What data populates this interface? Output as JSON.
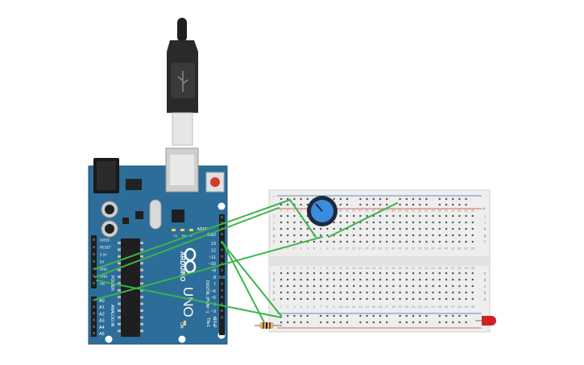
{
  "board": {
    "brand": "ARDUINO",
    "model": "UNO",
    "power_label": "POWER",
    "analog_label": "ANALOG IN",
    "digital_label": "DIGITAL (PWM ~)",
    "on_label": "ON",
    "tx_label": "TX▸1",
    "rx_label": "RX◂0",
    "led_tx": "TX",
    "led_rx": "RX",
    "led_l": "L",
    "aref_label": "AREF",
    "top_gnd_label": "GND",
    "power_pins": [
      "IOREF",
      "RESET",
      "3.3V",
      "5V",
      "GND",
      "GND",
      "Vin"
    ],
    "analog_pins": [
      "A0",
      "A1",
      "A2",
      "A3",
      "A4",
      "A5"
    ],
    "digital_pins": [
      "13",
      "12",
      "~11",
      "~10",
      "~9",
      "8",
      "7",
      "~6",
      "~5",
      "4",
      "~3",
      "2"
    ]
  },
  "breadboard": {
    "row_letters_top": [
      "j",
      "i",
      "h",
      "g",
      "f"
    ],
    "row_letters_bottom": [
      "e",
      "d",
      "c",
      "b",
      "a"
    ],
    "column_count": 30,
    "rail_minus": "−",
    "rail_plus": "+"
  },
  "colors": {
    "board": "#2d6d99",
    "board_edge": "#1e5277",
    "wire": "#3bb54a",
    "pot_knob": "#3a8dde",
    "led": "#cc2222",
    "breadboard": "#eeeeee"
  },
  "components": {
    "usb_cable": "usb-cable",
    "potentiometer": "potentiometer",
    "resistor": "resistor",
    "led": "led"
  }
}
